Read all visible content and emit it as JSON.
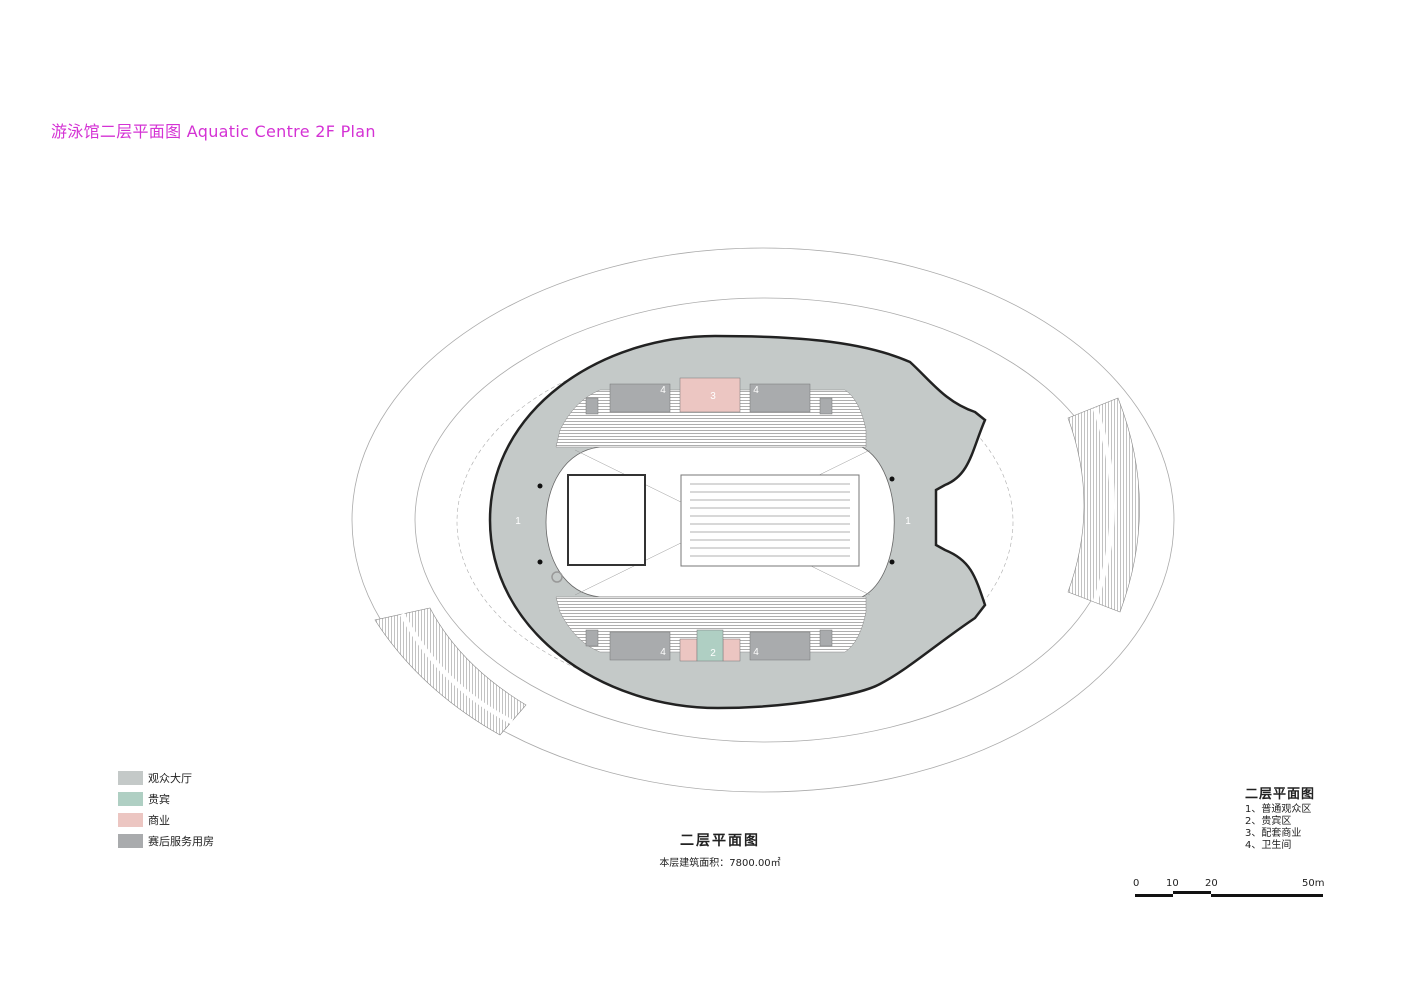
{
  "title": "游泳馆二层平面图 Aquatic Centre 2F Plan",
  "colors": {
    "title": "#d432d4",
    "concourse": "#c4c9c8",
    "vip": "#afcfc3",
    "commercial": "#ecc6c2",
    "service": "#a9abad"
  },
  "plan_labels": {
    "concourse_left": "1",
    "concourse_right": "1",
    "vip": "2",
    "commercial": "3",
    "toilet_tl": "4",
    "toilet_tr": "4",
    "toilet_bl": "4",
    "toilet_br": "4"
  },
  "legend": [
    {
      "label": "观众大厅",
      "color": "#c4c9c8"
    },
    {
      "label": "贵宾",
      "color": "#afcfc3"
    },
    {
      "label": "商业",
      "color": "#ecc6c2"
    },
    {
      "label": "赛后服务用房",
      "color": "#a9abad"
    }
  ],
  "caption": {
    "title": "二层平面图",
    "area": "本层建筑面积：7800.00㎡"
  },
  "notes": {
    "title": "二层平面图",
    "items": [
      "1、普通观众区",
      "2、贵宾区",
      "3、配套商业",
      "4、卫生间"
    ]
  },
  "scale_bar": {
    "labels": [
      "0",
      "10",
      "20",
      "50m"
    ]
  }
}
